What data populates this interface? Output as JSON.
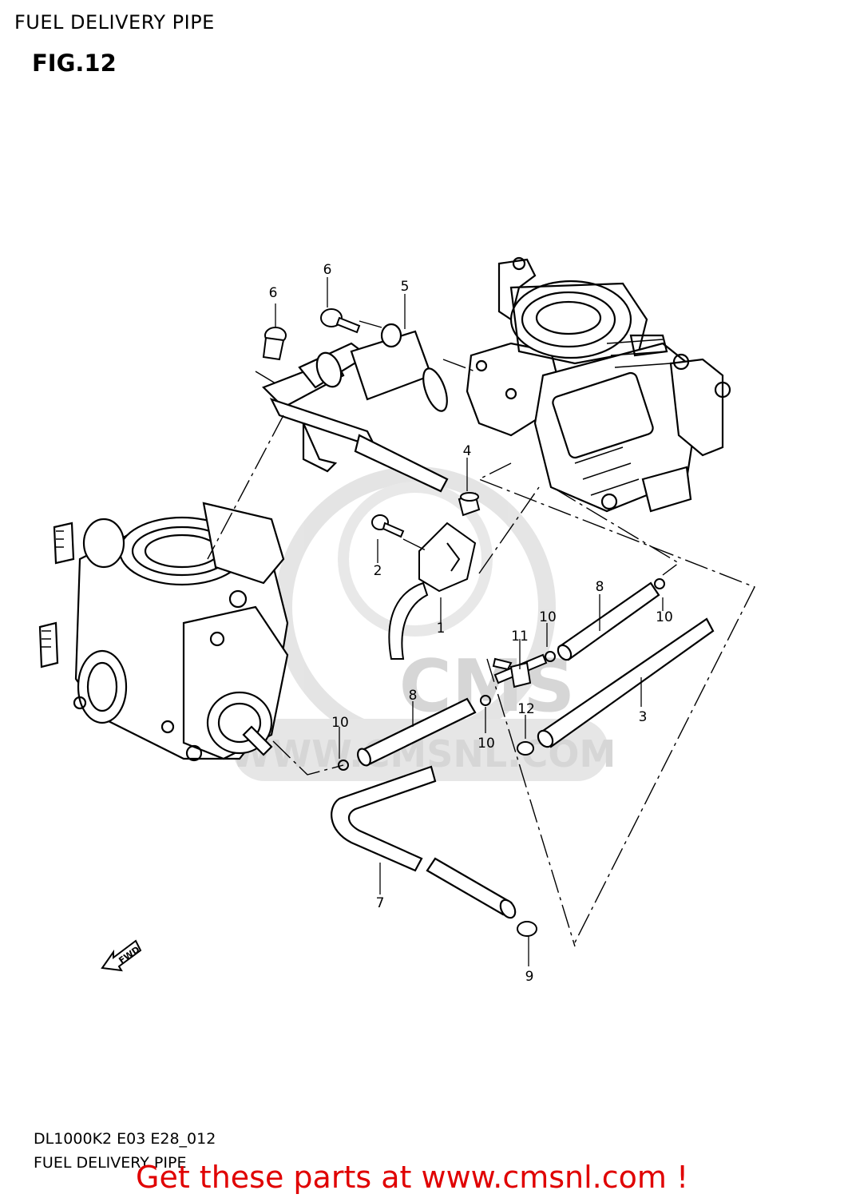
{
  "header": {
    "title": "FUEL DELIVERY PIPE",
    "figure": "FIG.12"
  },
  "callouts": [
    {
      "id": "c1",
      "label": "1"
    },
    {
      "id": "c2",
      "label": "2"
    },
    {
      "id": "c3",
      "label": "3"
    },
    {
      "id": "c4",
      "label": "4"
    },
    {
      "id": "c5",
      "label": "5"
    },
    {
      "id": "c6a",
      "label": "6"
    },
    {
      "id": "c6b",
      "label": "6"
    },
    {
      "id": "c7",
      "label": "7"
    },
    {
      "id": "c8a",
      "label": "8"
    },
    {
      "id": "c8b",
      "label": "8"
    },
    {
      "id": "c9",
      "label": "9"
    },
    {
      "id": "c10a",
      "label": "10"
    },
    {
      "id": "c10b",
      "label": "10"
    },
    {
      "id": "c10c",
      "label": "10"
    },
    {
      "id": "c10d",
      "label": "10"
    },
    {
      "id": "c11",
      "label": "11"
    },
    {
      "id": "c12",
      "label": "12"
    }
  ],
  "fwd_arrow": {
    "label": "FWD"
  },
  "watermark": {
    "text": "CMS",
    "url": "WWW.CMSNL.COM"
  },
  "footer": {
    "code": "DL1000K2 E03 E28_012",
    "title": "FUEL DELIVERY PIPE",
    "cta": "Get these parts at www.cmsnl.com !",
    "cta_color": "#e00000"
  }
}
